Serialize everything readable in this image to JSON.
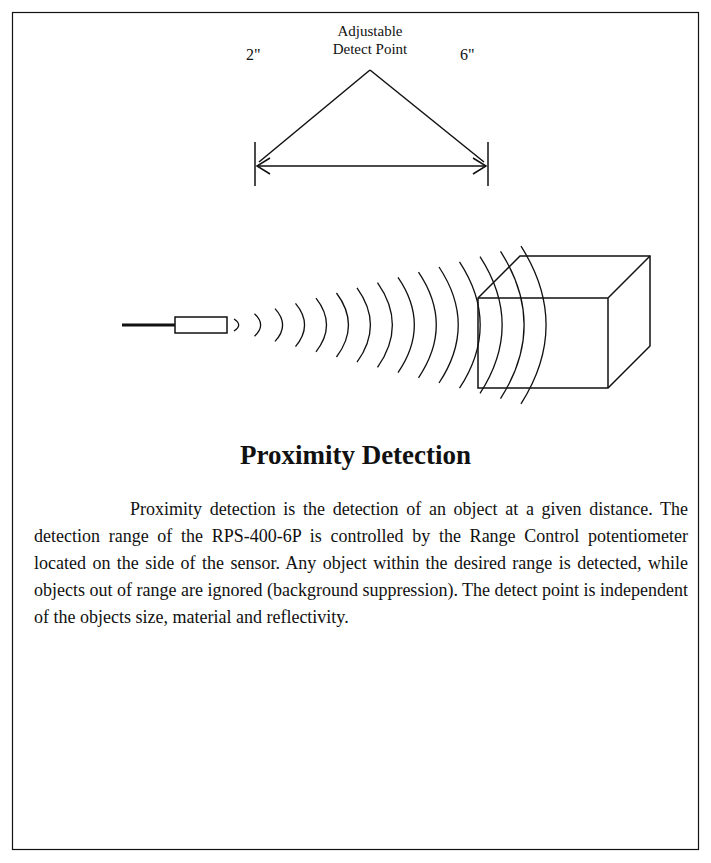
{
  "diagram": {
    "title": "Proximity Detection",
    "labels": [
      "2\"",
      "Adjustable Detect Point",
      "6\"",
      "Proximity detection is the detection of an object at a given distance. The detection range of the RPS-400-6P is controlled by the Range Control potentiometer located on the side of the sensor. Any object within the desired range is detected, while objects out of range are ignored (background suppression). The detect point is independent of the objects size, material and reflectivity."
    ]
  }
}
